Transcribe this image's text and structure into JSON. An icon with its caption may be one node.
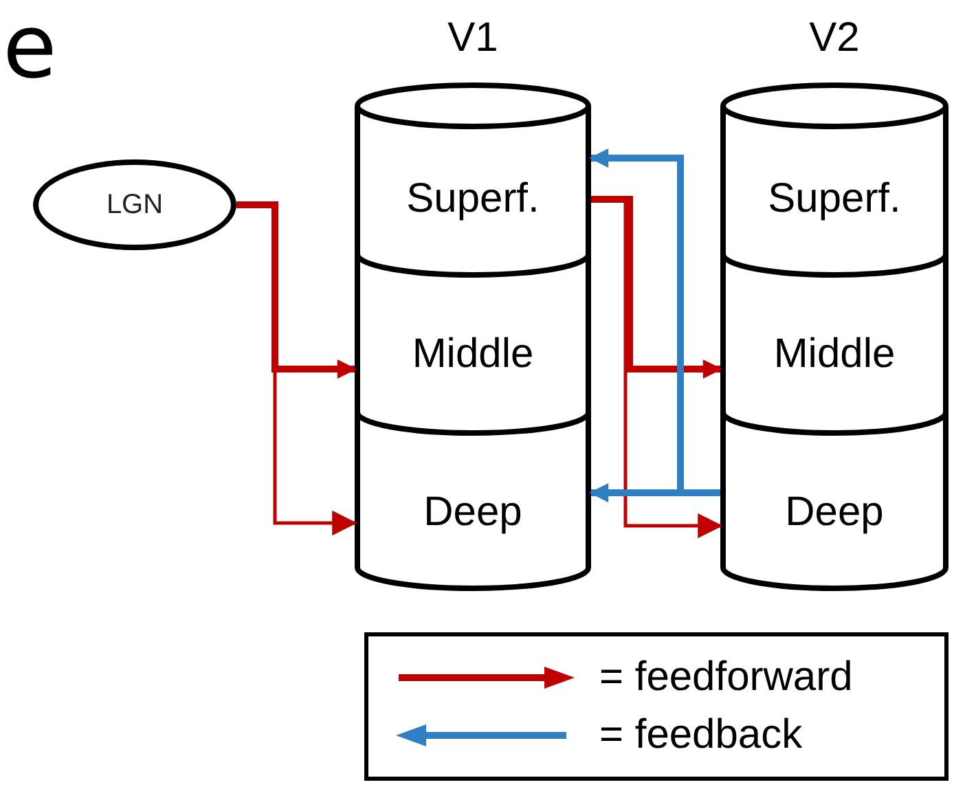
{
  "diagram": {
    "nodes": [
      {
        "text": [
          "LGN"
        ]
      },
      {
        "text": [
          "V1"
        ]
      },
      {
        "text": [
          "Superf."
        ],
        "in": 1
      },
      {
        "text": [
          "Middle"
        ],
        "in": 1
      },
      {
        "text": [
          "Deep"
        ],
        "in": 1
      },
      {
        "text": [
          "V2"
        ]
      },
      {
        "text": [
          "Superf."
        ],
        "in": 5
      },
      {
        "text": [
          "Middle"
        ],
        "in": 5
      },
      {
        "text": [
          "Deep"
        ],
        "in": 5
      }
    ],
    "edges": [
      {
        "from": 0,
        "to": 3,
        "arrow": "to"
      },
      {
        "from": 0,
        "to": 4,
        "arrow": "to"
      },
      {
        "from": 2,
        "to": 7,
        "arrow": "to"
      },
      {
        "from": 2,
        "to": 8,
        "arrow": "to"
      },
      {
        "from": 8,
        "to": 2,
        "arrow": "to",
        "color": "#2f7fc4"
      },
      {
        "from": 8,
        "to": 4,
        "arrow": "to",
        "color": "#2f7fc4"
      }
    ],
    "labels": [
      "e"
    ],
    "legend": [
      {
        "text": "= feedforward"
      },
      {
        "text": "= feedback"
      }
    ]
  }
}
